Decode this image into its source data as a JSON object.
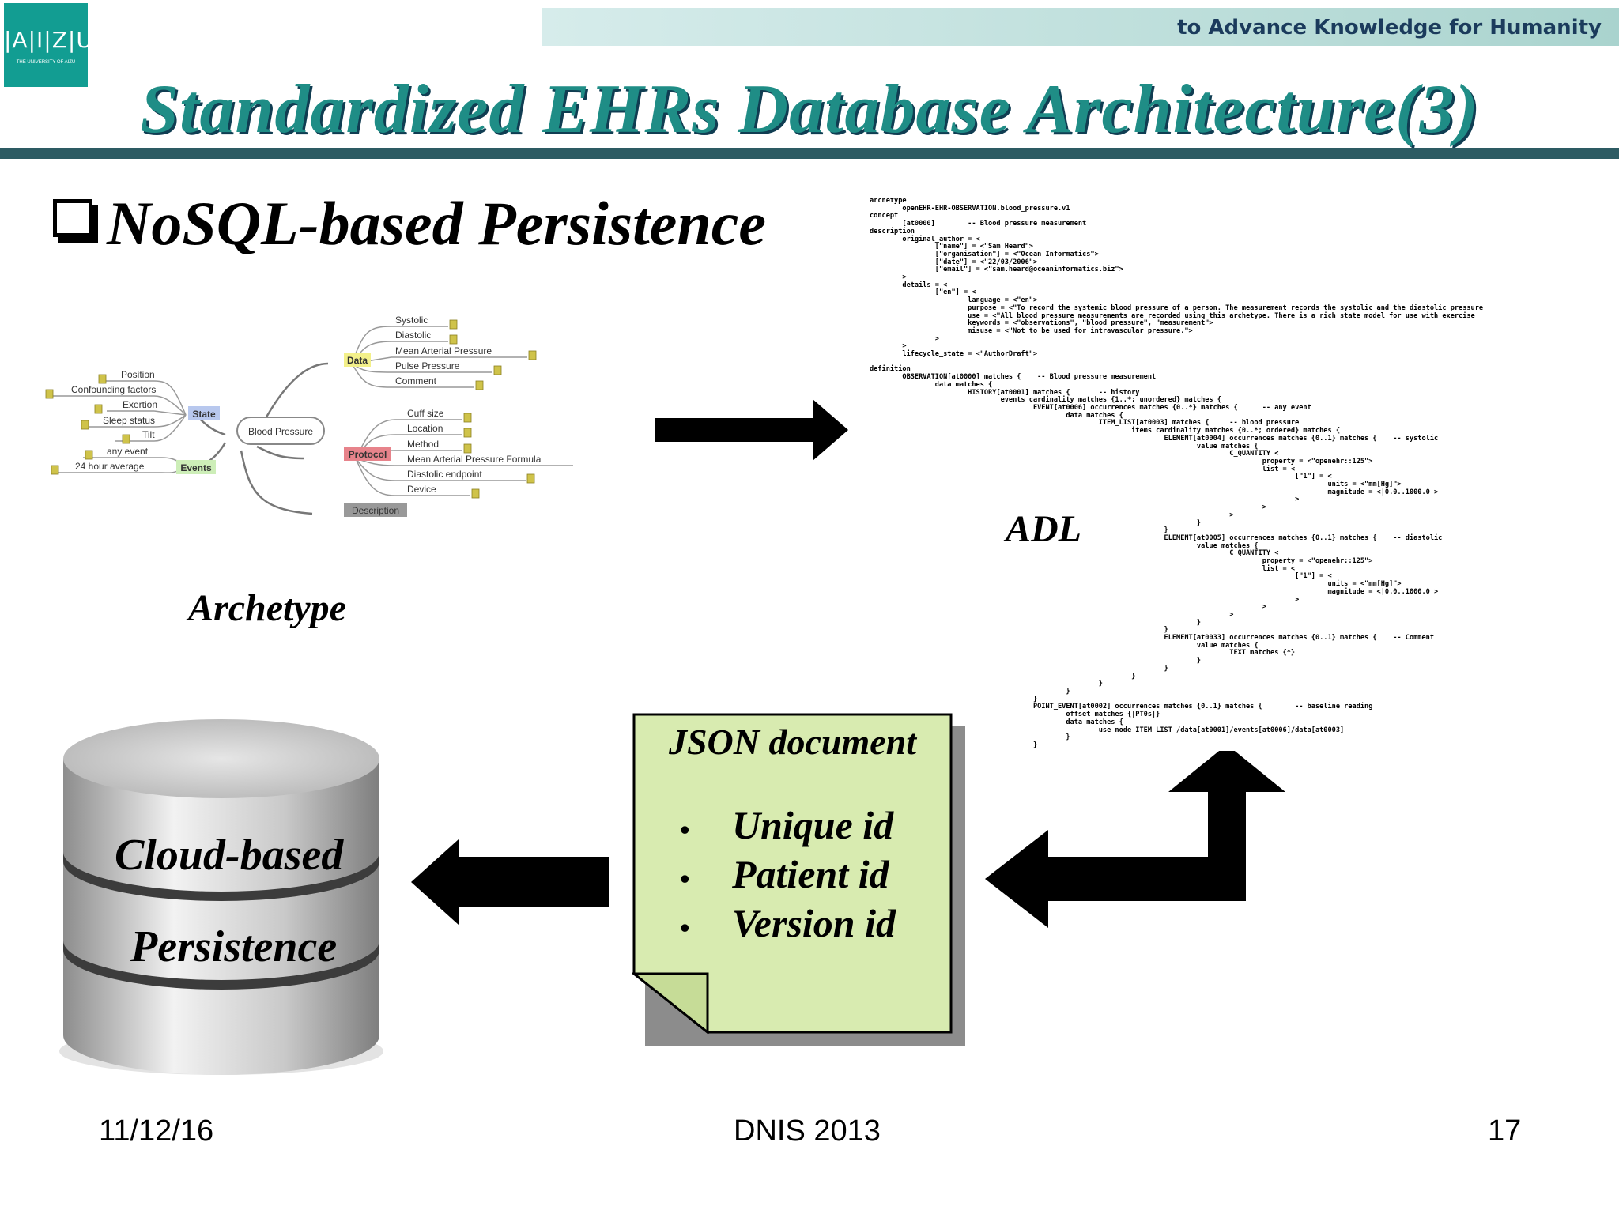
{
  "header": {
    "logo_text": "|A|I|Z|U|",
    "logo_sub": "THE UNIVERSITY OF AIZU",
    "tagline": "to Advance Knowledge for Humanity",
    "title": "Standardized EHRs Database Architecture(3)"
  },
  "heading": "NoSQL-based Persistence",
  "mindmap": {
    "center": "Blood Pressure",
    "branches": {
      "data": "Data",
      "state": "State",
      "events": "Events",
      "protocol": "Protocol",
      "description": "Description"
    },
    "data_items": [
      "Systolic",
      "Diastolic",
      "Mean Arterial Pressure",
      "Pulse Pressure",
      "Comment"
    ],
    "state_items": [
      "Position",
      "Confounding factors",
      "Exertion",
      "Sleep status",
      "Tilt"
    ],
    "event_items": [
      "any event",
      "24 hour average"
    ],
    "protocol_items": [
      "Cuff size",
      "Location",
      "Method",
      "Mean Arterial Pressure Formula",
      "Diastolic endpoint",
      "Device"
    ],
    "caption": "Archetype"
  },
  "adl": {
    "label": "ADL",
    "code": "archetype\n        openEHR-EHR-OBSERVATION.blood_pressure.v1\nconcept\n        [at0000]        -- Blood pressure measurement\ndescription\n        original_author = <\n                [\"name\"] = <\"Sam Heard\">\n                [\"organisation\"] = <\"Ocean Informatics\">\n                [\"date\"] = <\"22/03/2006\">\n                [\"email\"] = <\"sam.heard@oceaninformatics.biz\">\n        >\n        details = <\n                [\"en\"] = <\n                        language = <\"en\">\n                        purpose = <\"To record the systemic blood pressure of a person. The measurement records the systolic and the diastolic pressure\n                        use = <\"All blood pressure measurements are recorded using this archetype. There is a rich state model for use with exercise\n                        keywords = <\"observations\", \"blood pressure\", \"measurement\">\n                        misuse = <\"Not to be used for intravascular pressure.\">\n                >\n        >\n        lifecycle_state = <\"AuthorDraft\">\n\ndefinition\n        OBSERVATION[at0000] matches {    -- Blood pressure measurement\n                data matches {\n                        HISTORY[at0001] matches {       -- history\n                                events cardinality matches {1..*; unordered} matches {\n                                        EVENT[at0006] occurrences matches {0..*} matches {      -- any event\n                                                data matches {\n                                                        ITEM_LIST[at0003] matches {     -- blood pressure\n                                                                items cardinality matches {0..*; ordered} matches {\n                                                                        ELEMENT[at0004] occurrences matches {0..1} matches {    -- systolic\n                                                                                value matches {\n                                                                                        C_QUANTITY <\n                                                                                                property = <\"openehr::125\">\n                                                                                                list = <\n                                                                                                        [\"1\"] = <\n                                                                                                                units = <\"mm[Hg]\">\n                                                                                                                magnitude = <|0.0..1000.0|>\n                                                                                                        >\n                                                                                                >\n                                                                                        >\n                                                                                }\n                                                                        }\n                                                                        ELEMENT[at0005] occurrences matches {0..1} matches {    -- diastolic\n                                                                                value matches {\n                                                                                        C_QUANTITY <\n                                                                                                property = <\"openehr::125\">\n                                                                                                list = <\n                                                                                                        [\"1\"] = <\n                                                                                                                units = <\"mm[Hg]\">\n                                                                                                                magnitude = <|0.0..1000.0|>\n                                                                                                        >\n                                                                                                >\n                                                                                        >\n                                                                                }\n                                                                        }\n                                                                        ELEMENT[at0033] occurrences matches {0..1} matches {    -- Comment\n                                                                                value matches {\n                                                                                        TEXT matches {*}\n                                                                                }\n                                                                        }\n                                                                }\n                                                        }\n                                                }\n                                        }\n                                        POINT_EVENT[at0002] occurrences matches {0..1} matches {        -- baseline reading\n                                                offset matches {|PT0s|}\n                                                data matches {\n                                                        use_node ITEM_LIST /data[at0001]/events[at0006]/data[at0003]\n                                                }\n                                        }"
  },
  "json_doc": {
    "title": "JSON document",
    "items": [
      "Unique id",
      "Patient id",
      "Version id"
    ],
    "bullet": "•"
  },
  "cylinder": {
    "line1": "Cloud-based",
    "line2": "Persistence"
  },
  "footer": {
    "date": "11/12/16",
    "event": "DNIS 2013",
    "page": "17"
  }
}
